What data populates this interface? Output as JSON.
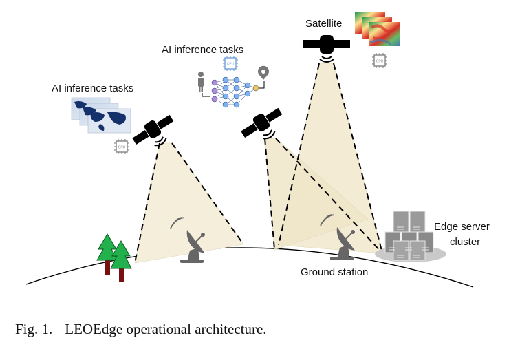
{
  "labels": {
    "ai_tasks_left": "AI inference tasks",
    "ai_tasks_center": "AI inference tasks",
    "satellite": "Satellite",
    "ground_station": "Ground station",
    "edge_line1": "Edge server",
    "edge_line2": "cluster"
  },
  "chip_label": "CPU",
  "caption": {
    "number": "Fig. 1.",
    "text": "LEOEdge operational architecture."
  },
  "icons": [
    "satellite-icon",
    "cpu-chip-icon",
    "satellite-dish-icon",
    "tree-icon",
    "server-rack-icon",
    "world-map-icon",
    "heatmap-icon",
    "neural-network-icon",
    "person-icon",
    "location-pin-icon"
  ],
  "colors": {
    "beam_fill": "#f5eedb",
    "satellite_body": "#000000",
    "dish": "#666666",
    "tree_green": "#22b14c",
    "tree_trunk": "#7a0f12",
    "server_gray": "#9a9a9a",
    "chip_gray": "#8a8a8a"
  }
}
